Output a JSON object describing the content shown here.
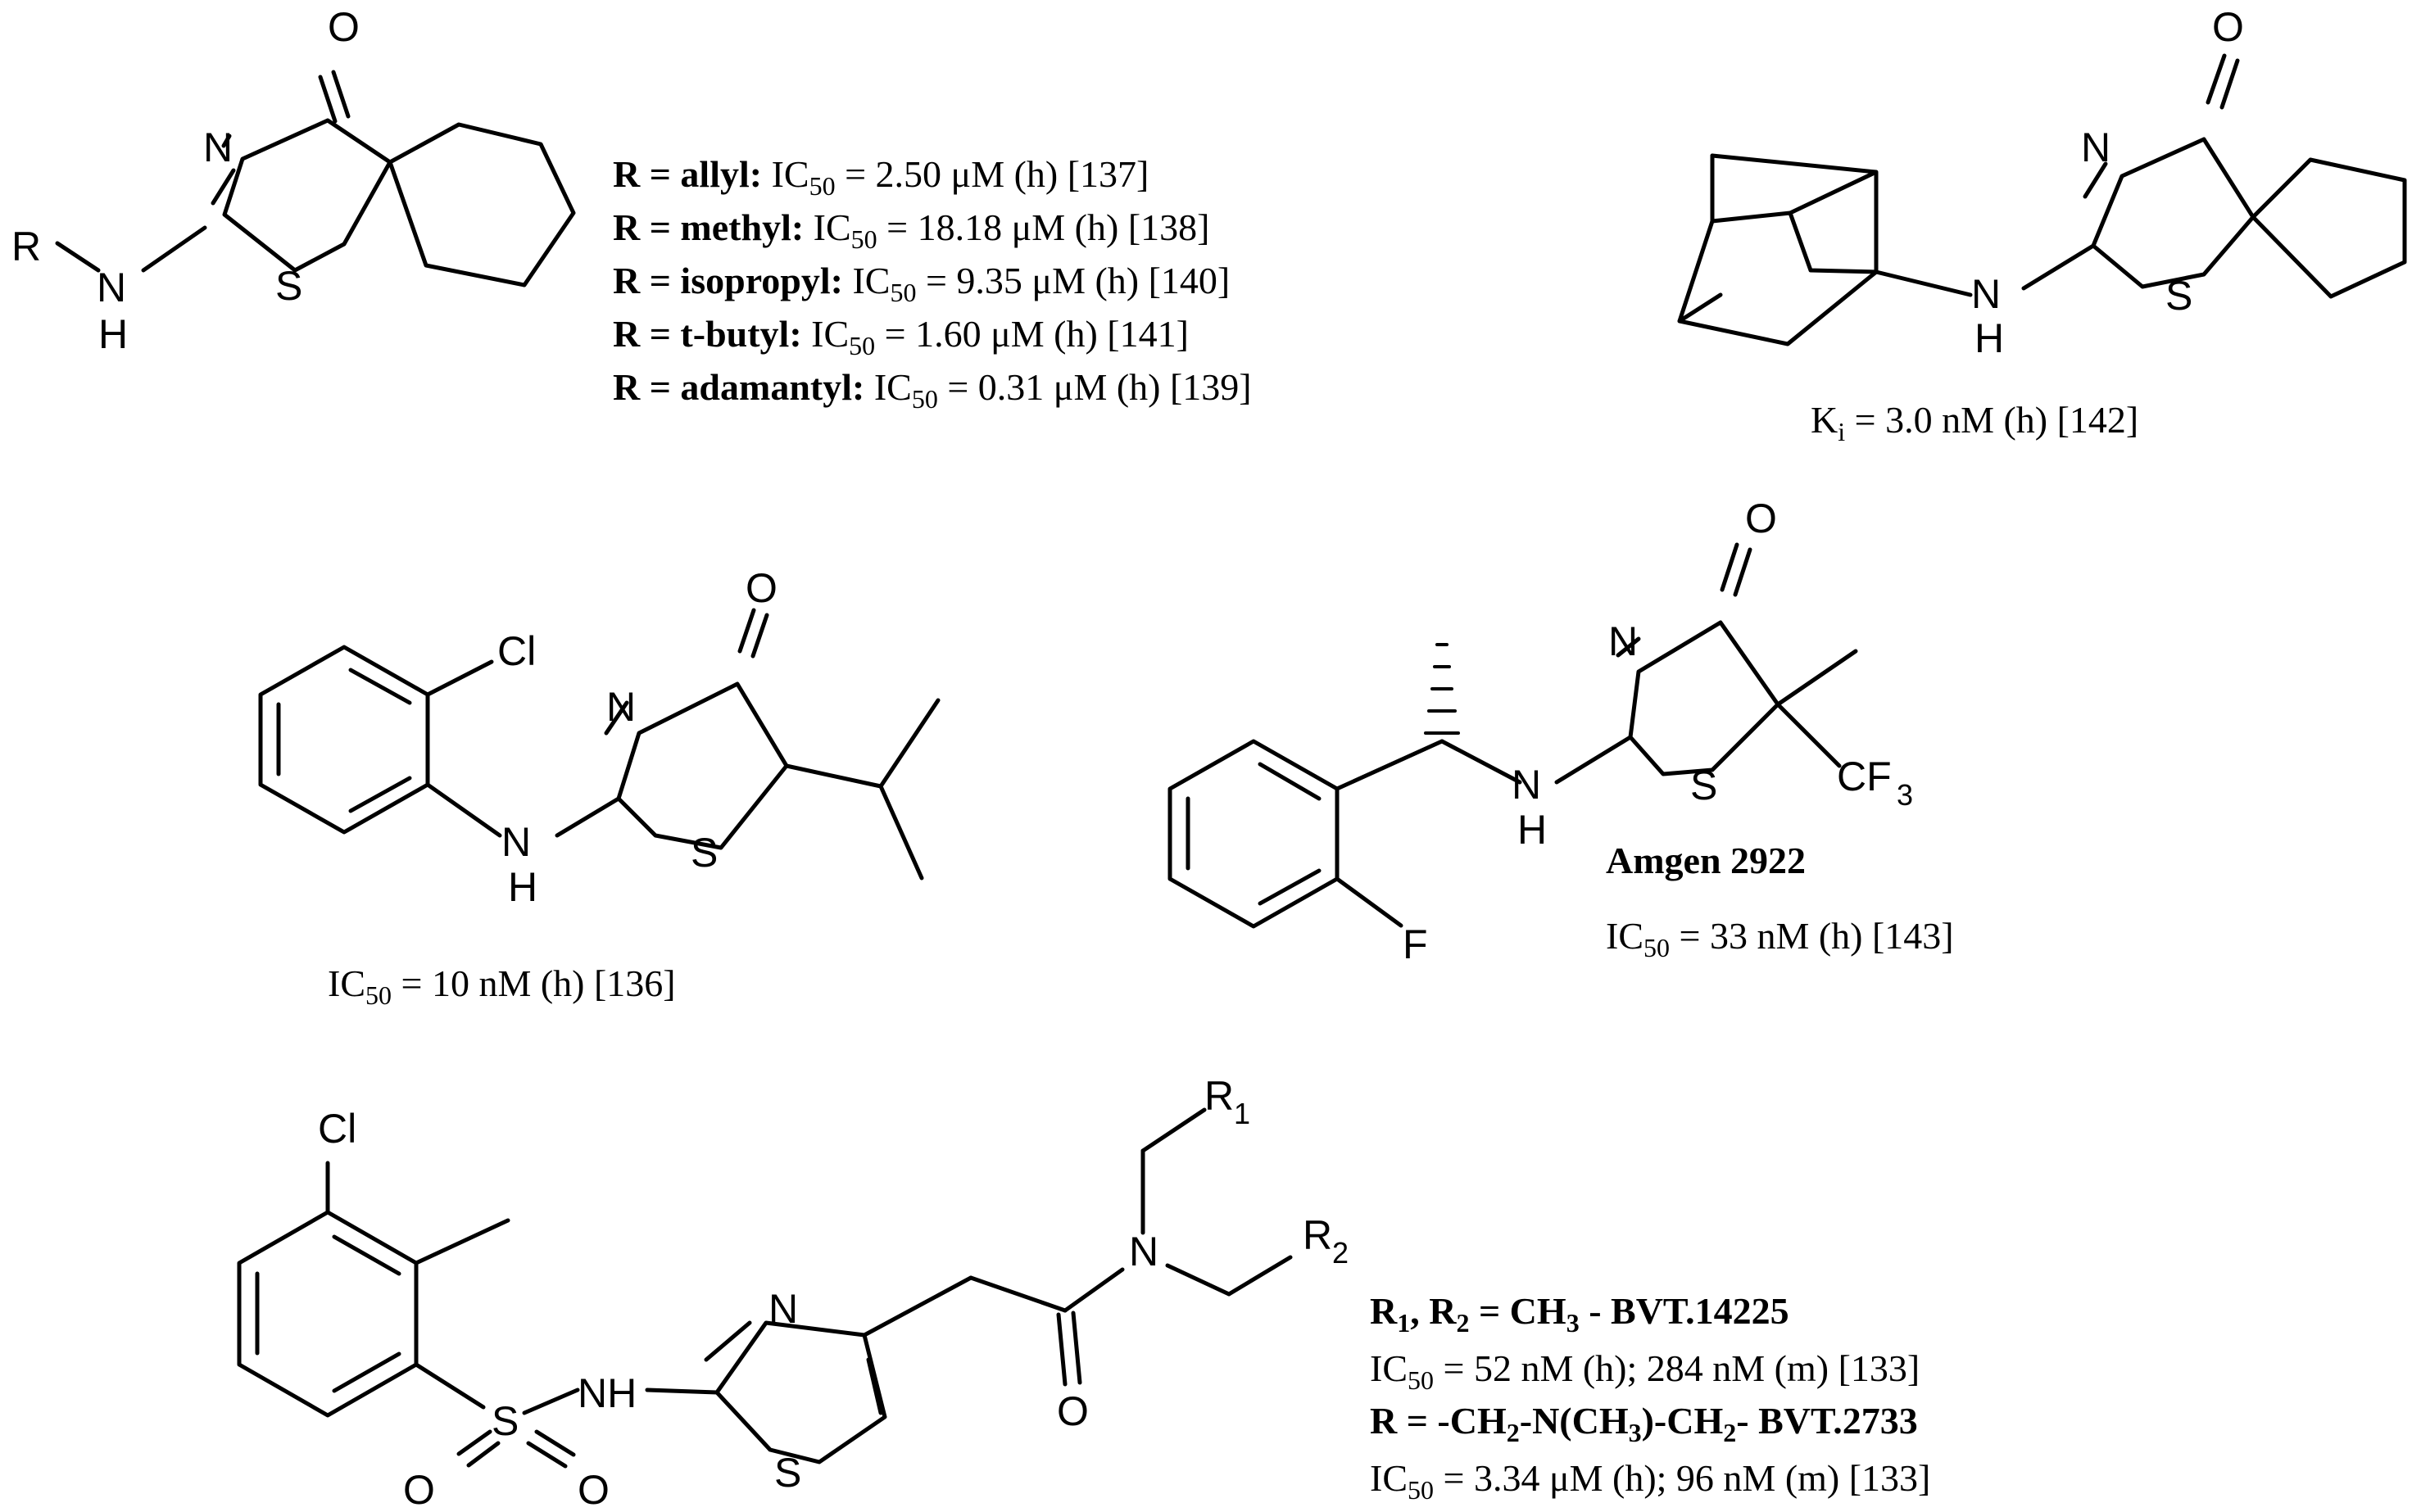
{
  "atoms": {
    "O": "O",
    "N": "N",
    "S": "S",
    "R": "R",
    "NH": "NH",
    "H": "H",
    "Cl": "Cl",
    "F": "F",
    "CF": "CF",
    "three": "3",
    "one": "1",
    "two": "2"
  },
  "compound1": {
    "rows": [
      {
        "label": "R = allyl:",
        "pre": "IC",
        "sub": "50",
        "rest": " = 2.50 μM (h) [137]"
      },
      {
        "label": "R = methyl:",
        "pre": "IC",
        "sub": "50",
        "rest": " = 18.18 μM (h) [138]"
      },
      {
        "label": "R = isopropyl:",
        "pre": "IC",
        "sub": "50",
        "rest": " = 9.35 μM (h) [140]"
      },
      {
        "label": "R = t-butyl:",
        "pre": "IC",
        "sub": "50",
        "rest": " = 1.60 μM (h) [141]"
      },
      {
        "label": "R = adamantyl:",
        "pre": "IC",
        "sub": "50",
        "rest": " = 0.31 μM (h) [139]"
      }
    ]
  },
  "compound2": {
    "pre": "K",
    "sub": "i",
    "rest": " = 3.0 nM (h) [142]"
  },
  "compound3": {
    "pre": "IC",
    "sub": "50",
    "rest": " = 10 nM (h) [136]"
  },
  "compound4": {
    "name": "Amgen 2922",
    "pre": "IC",
    "sub": "50",
    "rest": " = 33 nM (h) [143]"
  },
  "compound5": {
    "line1_a": "R",
    "line1_s1": "1",
    "line1_b": ", R",
    "line1_s2": "2",
    "line1_c": " = CH",
    "line1_s3": "3",
    "line1_d": " - BVT.14225",
    "line2_pre": "IC",
    "line2_sub": "50",
    "line2_rest": " = 52 nM (h); 284 nM (m)  [133]",
    "line3_a": "R = -CH",
    "line3_s1": "2",
    "line3_b": "-N(CH",
    "line3_s2": "3",
    "line3_c": ")-CH",
    "line3_s3": "2",
    "line3_d": "- BVT.2733",
    "line4_pre": "IC",
    "line4_sub": "50",
    "line4_rest": " = 3.34 μM (h); 96 nM (m) [133]"
  }
}
